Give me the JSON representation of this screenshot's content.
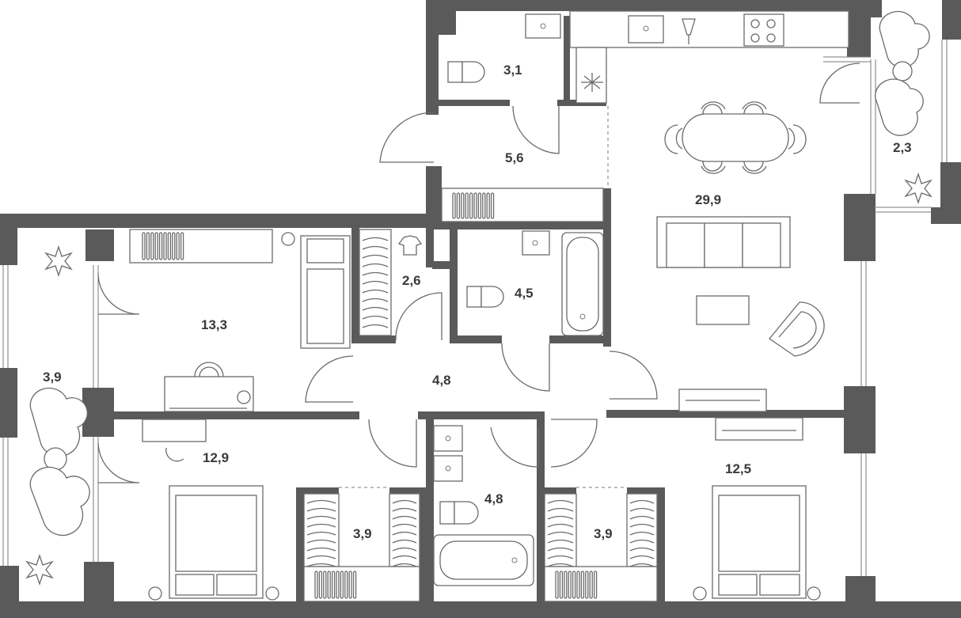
{
  "rooms": [
    {
      "id": "wc-top",
      "area": "3,1"
    },
    {
      "id": "hall-top",
      "area": "5,6"
    },
    {
      "id": "living-kitchen",
      "area": "29,9"
    },
    {
      "id": "balcony-right",
      "area": "2,3"
    },
    {
      "id": "wardrobe-small",
      "area": "2,6"
    },
    {
      "id": "bathroom-mid",
      "area": "4,5"
    },
    {
      "id": "bedroom-top-left",
      "area": "13,3"
    },
    {
      "id": "corridor",
      "area": "4,8"
    },
    {
      "id": "balcony-left",
      "area": "3,9"
    },
    {
      "id": "bedroom-bottom-left",
      "area": "12,9"
    },
    {
      "id": "wardrobe-left",
      "area": "3,9"
    },
    {
      "id": "bathroom-bottom",
      "area": "4,8"
    },
    {
      "id": "wardrobe-right",
      "area": "3,9"
    },
    {
      "id": "bedroom-right",
      "area": "12,5"
    }
  ],
  "colors": {
    "wall": "#5a5a5a",
    "line": "#6b6b6b",
    "text": "#3a3a3a",
    "background": "#ffffff"
  }
}
